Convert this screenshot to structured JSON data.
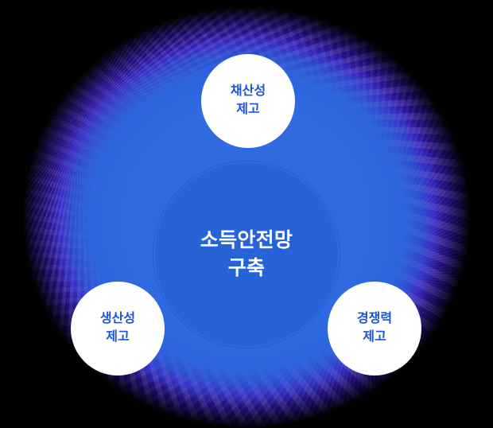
{
  "diagram": {
    "title_visible": false,
    "colors": {
      "background": "#000000",
      "glow_blue": "#2f6ae0",
      "center_circle": "#2563d6",
      "center_text": "#ffffff",
      "node_fill": "#ffffff",
      "node_text": "#1a56db",
      "halo_violet": "#3617b8"
    },
    "center": {
      "name": "center-node",
      "lines": [
        "소득안전망",
        "구축"
      ]
    },
    "nodes": [
      {
        "id": "node-top",
        "position": "top",
        "lines": [
          "채산성",
          "제고"
        ]
      },
      {
        "id": "node-left",
        "position": "bottom-left",
        "lines": [
          "생산성",
          "제고"
        ]
      },
      {
        "id": "node-right",
        "position": "bottom-right",
        "lines": [
          "경쟁력",
          "제고"
        ]
      }
    ]
  }
}
